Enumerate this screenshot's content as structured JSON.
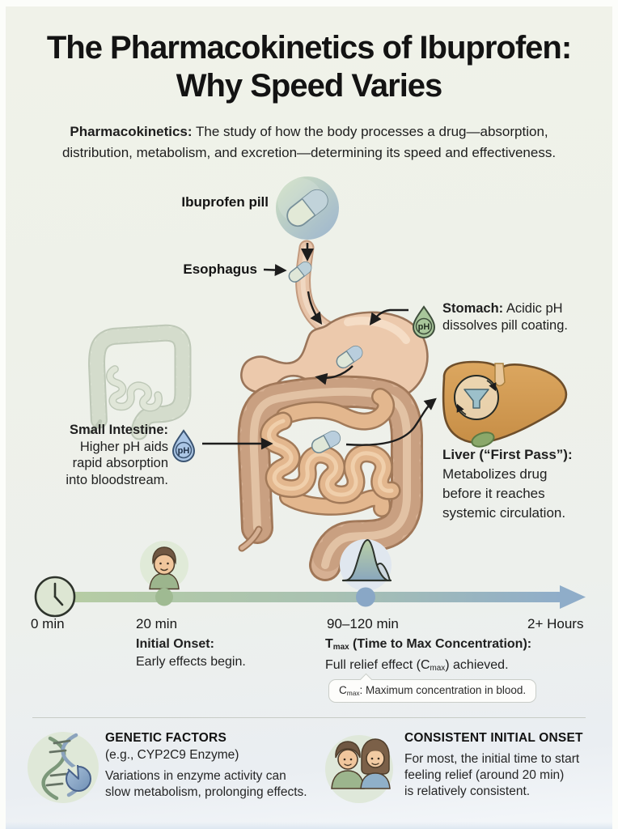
{
  "header": {
    "title_line1": "The Pharmacokinetics of Ibuprofen:",
    "title_line2": "Why Speed Varies",
    "definition_term": "Pharmacokinetics:",
    "definition_line1_rest": " The study of how the body processes a drug—absorption,",
    "definition_line2": "distribution, metabolism, and excretion—determining its speed and effectiveness."
  },
  "diagram": {
    "pill_label": "Ibuprofen pill",
    "esophagus_label": "Esophagus",
    "ph_label": "pH",
    "stomach_term": "Stomach:",
    "stomach_line1_rest": " Acidic pH",
    "stomach_line2": "dissolves pill coating.",
    "si_term": "Small Intestine:",
    "si_lines": [
      "Higher pH aids",
      "rapid absorption",
      "into bloodstream."
    ],
    "liver_term": "Liver (“First Pass”):",
    "liver_lines": [
      "Metabolizes drug",
      "before it reaches",
      "systemic circulation."
    ]
  },
  "timeline": {
    "tick_0": "0 min",
    "tick_20": "20 min",
    "tick_90": "90–120 min",
    "tick_end": "2+ Hours",
    "onset_title": "Initial Onset:",
    "onset_desc": "Early effects begin.",
    "tmax_t": "T",
    "tmax_sub": "max",
    "tmax_rest": " (Time to Max Concentration):",
    "tmax_desc_pre": "Full relief effect (C",
    "tmax_desc_sub": "max",
    "tmax_desc_post": ") achieved.",
    "cmax_pre": "C",
    "cmax_sub": "max",
    "cmax_post": ": Maximum concentration in blood."
  },
  "footer": {
    "genetic_title": "GENETIC FACTORS",
    "genetic_subtitle": "(e.g., CYP2C9 Enzyme)",
    "genetic_lines": [
      "Variations in enzyme activity can",
      "slow metabolism, prolonging effects."
    ],
    "consistent_title": "CONSISTENT INITIAL ONSET",
    "consistent_lines": [
      "For most, the initial time to start",
      "feeling relief (around 20 min)",
      "is relatively consistent."
    ]
  },
  "colors": {
    "accent_green": "#a9c79b",
    "accent_blue": "#8fadc9",
    "organ_tan": "#d6b093",
    "liver_brown": "#d29c55",
    "background": "#eef1e9"
  }
}
